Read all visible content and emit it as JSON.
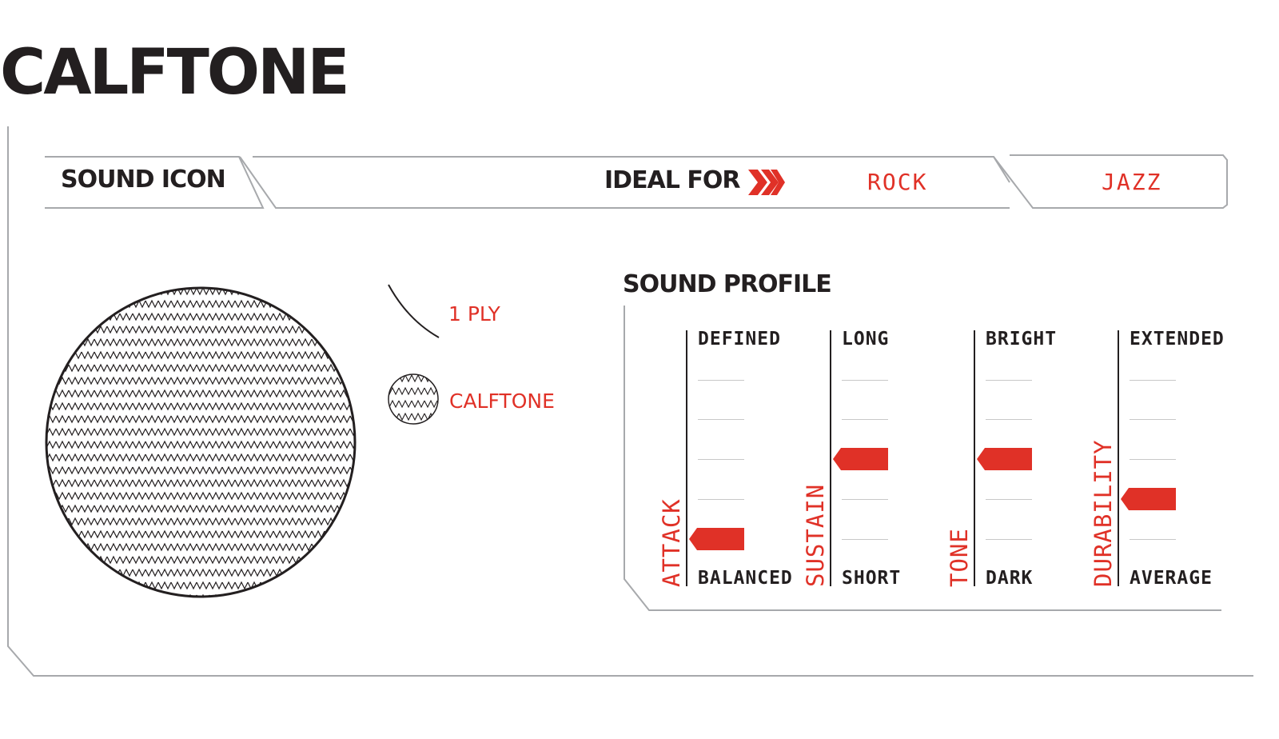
{
  "title": "CALFTONE",
  "header": {
    "sound_icon_label": "SOUND ICON",
    "ideal_for_label": "IDEAL FOR",
    "genres": [
      "ROCK",
      "JAZZ"
    ]
  },
  "legend": {
    "ply_label": "1 PLY",
    "head_label": "CALFTONE"
  },
  "sound_profile": {
    "heading": "SOUND PROFILE",
    "scale_steps": 5,
    "metrics": [
      {
        "name": "ATTACK",
        "top_label": "DEFINED",
        "bottom_label": "BALANCED",
        "level": 1
      },
      {
        "name": "SUSTAIN",
        "top_label": "LONG",
        "bottom_label": "SHORT",
        "level": 3
      },
      {
        "name": "TONE",
        "top_label": "BRIGHT",
        "bottom_label": "DARK",
        "level": 3
      },
      {
        "name": "DURABILITY",
        "top_label": "EXTENDED",
        "bottom_label": "AVERAGE",
        "level": 2
      }
    ]
  },
  "colors": {
    "accent": "#e03127",
    "text": "#231f20",
    "line": "#a7a9ac"
  },
  "icons": [
    "chevron-triple-right-icon",
    "drumhead-pattern-icon"
  ]
}
